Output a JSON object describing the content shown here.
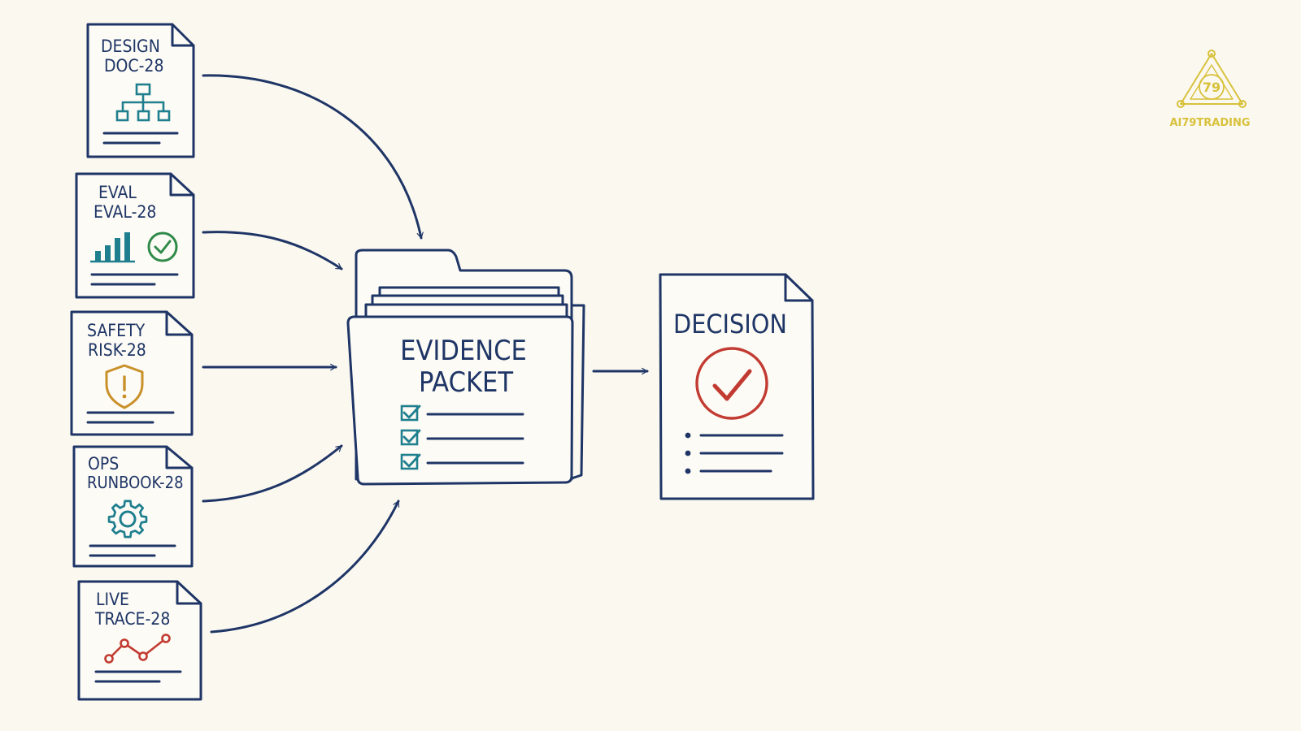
{
  "sources": [
    {
      "line1": "DESIGN",
      "line2": "DOC-28",
      "icon": "org-chart-icon"
    },
    {
      "line1": "EVAL",
      "line2": "EVAL-28",
      "icon": "bar-chart-check-icon"
    },
    {
      "line1": "SAFETY",
      "line2": "RISK-28",
      "icon": "shield-warning-icon"
    },
    {
      "line1": "OPS",
      "line2": "RUNBOOK-28",
      "icon": "gear-icon"
    },
    {
      "line1": "LIVE",
      "line2": "TRACE-28",
      "icon": "trend-line-icon"
    }
  ],
  "packet": {
    "line1": "EVIDENCE",
    "line2": "PACKET",
    "icon": "checklist-icon"
  },
  "decision": {
    "title": "DECISION",
    "icon": "check-circle-icon"
  },
  "logo": {
    "text": "AI79TRADING",
    "number": "79"
  },
  "colors": {
    "background": "#fbf8f0",
    "ink": "#1e3566",
    "teal": "#1f7f8f",
    "green": "#2f8a4a",
    "amber": "#c9902a",
    "red": "#c23b32",
    "logo": "#d8c13b"
  }
}
